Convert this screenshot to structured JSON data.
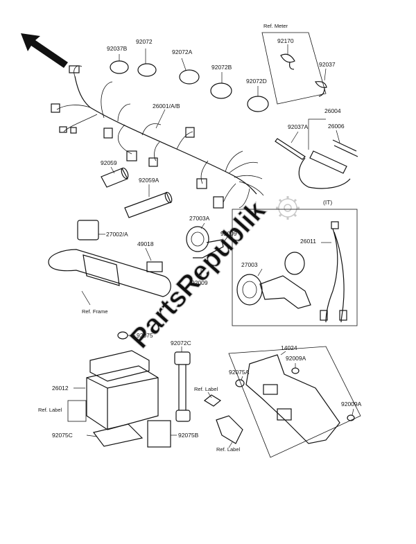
{
  "labels": {
    "ref_meter": "Ref. Meter",
    "p92037B": "92037B",
    "p92072": "92072",
    "p92072A": "92072A",
    "p92072B": "92072B",
    "p92072D": "92072D",
    "p92170": "92170",
    "p92037": "92037",
    "p26001": "26001/A/B",
    "p26004": "26004",
    "p92037A": "92037A",
    "p26006": "26006",
    "p92059": "92059",
    "p92059A": "92059A",
    "p27003A": "27003A",
    "p92009_top": "92009",
    "p92009_bot": "92009",
    "p27002": "27002/A",
    "p49018": "49018",
    "it": "(IT)",
    "p26011": "26011",
    "p27003": "27003",
    "ref_frame": "Ref. Frame",
    "p92075": "92075",
    "p92072C": "92072C",
    "p14024": "14024",
    "p92009A_top": "92009A",
    "p92075A": "92075A",
    "p26012": "26012",
    "ref_label_left": "Ref. Label",
    "ref_label_mid": "Ref. Label",
    "ref_label_bot": "Ref. Label",
    "p92009A_bot": "92009A",
    "p92075C": "92075C",
    "p92075B": "92075B"
  },
  "watermark": "PartsRepublik",
  "icons": [
    "front-direction-arrow-icon",
    "gear-icon"
  ],
  "colors": {
    "line": "#111111",
    "watermark": "#c9c9c9",
    "background": "#ffffff"
  }
}
